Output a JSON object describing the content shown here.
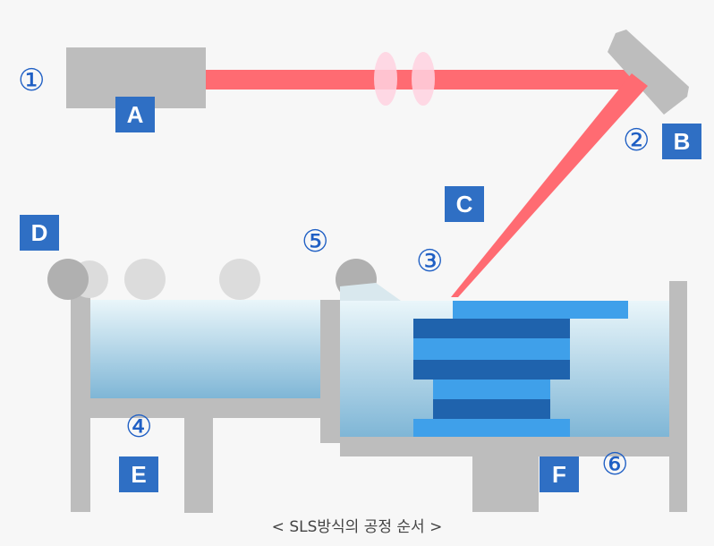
{
  "labels": {
    "a": "A",
    "b": "B",
    "c": "C",
    "d": "D",
    "e": "E",
    "f": "F"
  },
  "steps": {
    "s1": "①",
    "s2": "②",
    "s3": "③",
    "s4": "④",
    "s5": "⑤",
    "s6": "⑥"
  },
  "caption": "< SLS방식의 공정 순서 >",
  "colors": {
    "laser_beam": "#ff6b72",
    "machine_gray": "#bdbdbd",
    "label_blue": "#2f6fc4",
    "number_blue": "#1f5fc4",
    "powder_light": "#e6f3f8",
    "powder_dark": "#7fb6d6",
    "part_dark": "#1f63ad",
    "part_light": "#3fa0ea"
  }
}
